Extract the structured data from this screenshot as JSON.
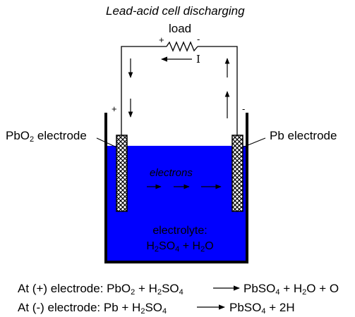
{
  "title": "Lead-acid cell discharging",
  "load_label": "load",
  "load_plus": "+",
  "load_minus": "-",
  "current_label": "I",
  "left_sign": "+",
  "right_sign": "-",
  "left_electrode": {
    "main": "PbO",
    "sub": "2",
    "rest": " electrode"
  },
  "right_electrode": "Pb electrode",
  "electrons_label": "electrons",
  "electrolyte": {
    "line1": "electrolyte:",
    "formula": [
      {
        "t": "H"
      },
      {
        "s": "2"
      },
      {
        "t": "SO"
      },
      {
        "s": "4"
      },
      {
        "t": " + H"
      },
      {
        "s": "2"
      },
      {
        "t": "O"
      }
    ]
  },
  "reactions": [
    {
      "left": [
        {
          "t": "At (+) electrode: PbO"
        },
        {
          "s": "2"
        },
        {
          "t": " + H"
        },
        {
          "s": "2"
        },
        {
          "t": "SO"
        },
        {
          "s": "4"
        }
      ],
      "right": [
        {
          "t": "PbSO"
        },
        {
          "s": "4"
        },
        {
          "t": " + H"
        },
        {
          "s": "2"
        },
        {
          "t": "O + O"
        }
      ]
    },
    {
      "left": [
        {
          "t": "At (-) electrode: Pb + H"
        },
        {
          "s": "2"
        },
        {
          "t": "SO"
        },
        {
          "s": "4"
        }
      ],
      "right": [
        {
          "t": "PbSO"
        },
        {
          "s": "4"
        },
        {
          "t": " + 2H"
        }
      ]
    }
  ],
  "colors": {
    "electrolyte": "#0000ff",
    "outline": "#000000",
    "background": "#ffffff"
  }
}
